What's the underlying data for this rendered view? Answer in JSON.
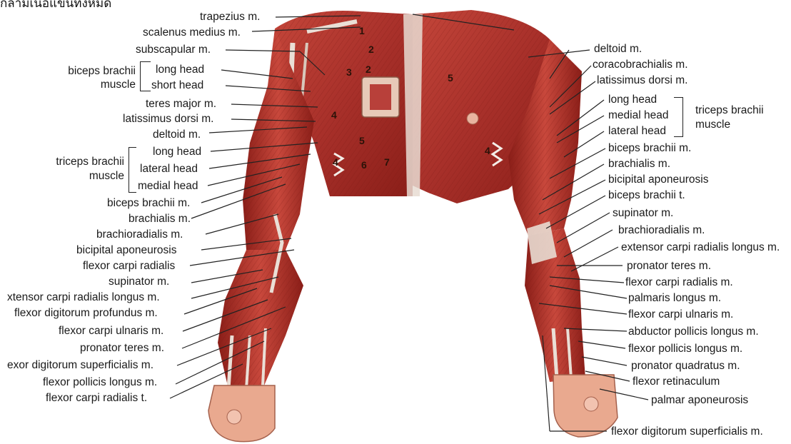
{
  "caption": "กล้ามเนื้อแขนทั้งหมด",
  "colors": {
    "muscle": "#b5352b",
    "muscle_dark": "#8a1e18",
    "muscle_light": "#d4574a",
    "tendon": "#e8dcd2",
    "skin": "#e9a98f",
    "leader": "#222222"
  },
  "numbers": [
    "1",
    "2",
    "2",
    "3",
    "4",
    "5",
    "4",
    "6",
    "7",
    "5",
    "4"
  ],
  "left_labels": {
    "trapezius": "trapezius m.",
    "scalenus_medius": "scalenus medius m.",
    "subscapular": "subscapular m.",
    "biceps_group_1": "biceps brachii",
    "biceps_group_2": "muscle",
    "biceps_long_head": "long head",
    "biceps_short_head": "short head",
    "teres_major": "teres major m.",
    "latissimus_dorsi": "latissimus dorsi m.",
    "deltoid": "deltoid m.",
    "triceps_group_1": "triceps brachii",
    "triceps_group_2": "muscle",
    "triceps_long_head": "long head",
    "triceps_lateral_head": "lateral head",
    "triceps_medial_head": "medial head",
    "biceps_brachii": "biceps brachii m.",
    "brachialis": "brachialis m.",
    "brachioradialis": "brachioradialis m.",
    "bicipital_aponeurosis": "bicipital aponeurosis",
    "flexor_carpi_radialis": "flexor carpi radialis",
    "supinator": "supinator m.",
    "ext_carpi_rad_longus": "xtensor carpi radialis longus m.",
    "flex_dig_profundus": "flexor digitorum profundus m.",
    "flex_carpi_ulnaris": "flexor carpi ulnaris m.",
    "pronator_teres": "pronator teres m.",
    "flex_dig_superficialis": "exor digitorum superficialis m.",
    "flex_pollicis_longus": "flexor pollicis longus m.",
    "flex_carpi_radialis_t": "flexor carpi radialis t."
  },
  "right_labels": {
    "deltoid": "deltoid m.",
    "coracobrachialis": "coracobrachialis m.",
    "latissimus_dorsi": "latissimus dorsi m.",
    "triceps_long_head": "long head",
    "triceps_medial_head": "medial head",
    "triceps_lateral_head": "lateral head",
    "triceps_group_1": "triceps brachii",
    "triceps_group_2": "muscle",
    "biceps_brachii": "biceps brachii m.",
    "brachialis": "brachialis m.",
    "bicipital_aponeurosis": "bicipital aponeurosis",
    "biceps_brachii_t": "biceps brachii t.",
    "supinator": "supinator m.",
    "brachioradialis": "brachioradialis m.",
    "ext_carpi_rad_longus": "extensor carpi radialis longus m.",
    "pronator_teres": "pronator teres m.",
    "flex_carpi_radialis": "flexor carpi radialis m.",
    "palmaris_longus": "palmaris longus m.",
    "flex_carpi_ulnaris": "flexor carpi ulnaris m.",
    "abd_pollicis_longus": "abductor pollicis longus m.",
    "flex_pollicis_longus": "flexor pollicis longus m.",
    "pronator_quadratus": "pronator quadratus m.",
    "flexor_retinaculum": "flexor retinaculum",
    "palmar_aponeurosis": "palmar aponeurosis",
    "flex_dig_superficialis": "flexor digitorum superficialis m."
  }
}
